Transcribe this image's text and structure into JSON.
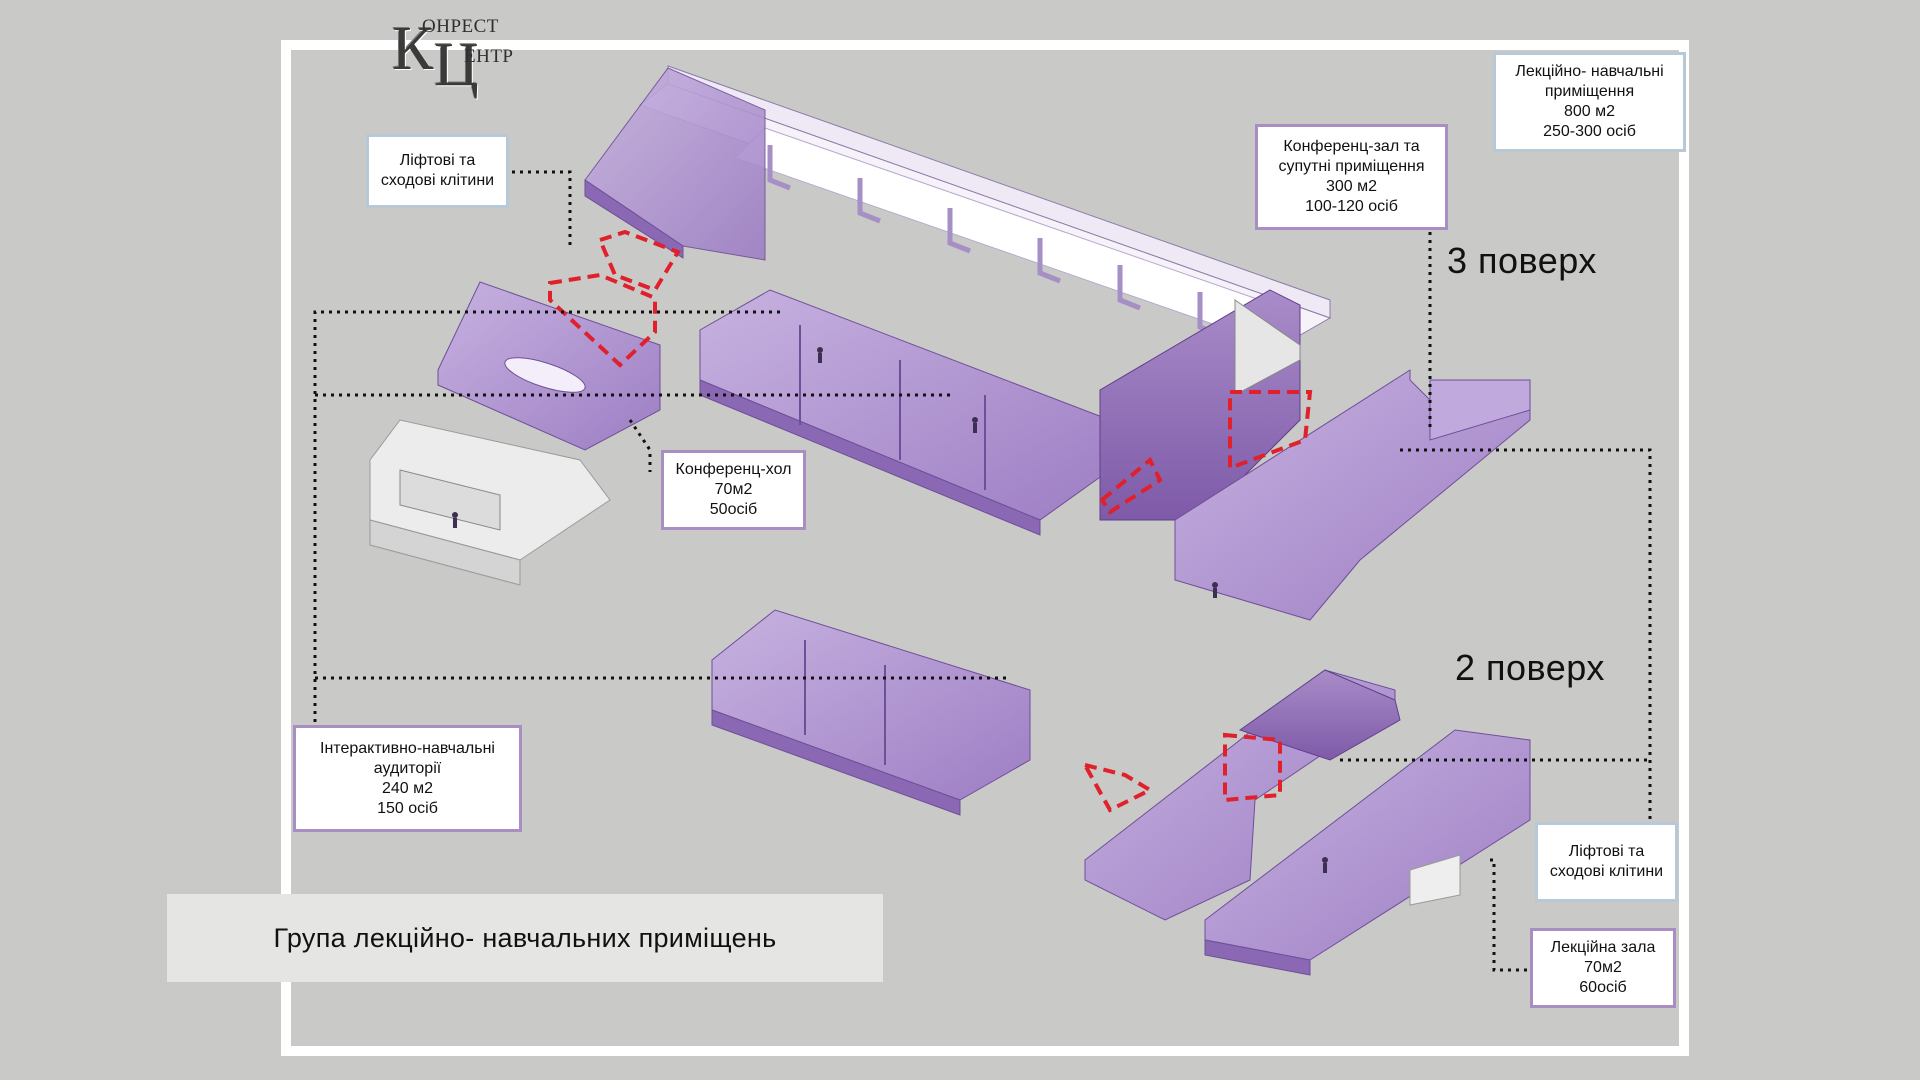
{
  "logo": {
    "big_left": "К",
    "big_right": "Ц",
    "word_top": "ОНРЕСТ",
    "word_bottom": "ЕНТР"
  },
  "labels": {
    "lift_top": [
      "Ліфтові та",
      "сходові клітини"
    ],
    "conference_hall": [
      "Конференц-зал та",
      "супутні приміщення",
      "300 м2",
      "100-120 осіб"
    ],
    "lecture_total": [
      "Лекційно- навчальні",
      "приміщення",
      "800 м2",
      "250-300 осіб"
    ],
    "conference_foyer": [
      "Конференц-хол",
      "70м2",
      "50осіб"
    ],
    "interactive": [
      "Інтерактивно-навчальні",
      "аудиторії",
      "240 м2",
      "150 осіб"
    ],
    "lift_bottom": [
      "Ліфтові та",
      "сходові клітини"
    ],
    "lecture_hall": [
      "Лекційна зала",
      "70м2",
      "60осіб"
    ]
  },
  "floors": {
    "third": "3 поверх",
    "second": "2 поверх"
  },
  "caption": "Група лекційно- навчальних приміщень",
  "colors": {
    "background": "#c9c9c7",
    "frame": "#ffffff",
    "room_purple": "#b49ad3",
    "room_purple_light": "#dcd0ea",
    "wall_grey": "#e6e6e6",
    "highlight_red": "#e0202a",
    "leader_line": "#111111"
  }
}
